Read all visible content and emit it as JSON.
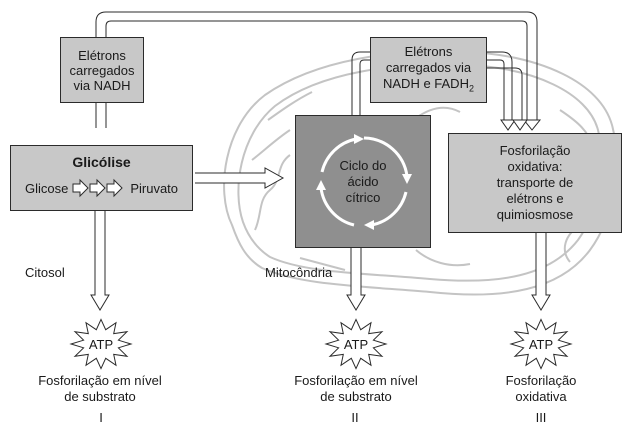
{
  "glycolysis": {
    "title": "Glicólise",
    "input": "Glicose",
    "output": "Piruvato"
  },
  "electrons_nadh": {
    "line1": "Elétrons",
    "line2": "carregados",
    "line3": "via NADH"
  },
  "electrons_nadh_fadh": {
    "line1": "Elétrons",
    "line2": "carregados via",
    "line3_prefix": "NADH e FADH",
    "line3_sub": "2"
  },
  "citric_cycle": {
    "line1": "Ciclo do",
    "line2": "ácido",
    "line3": "cítrico"
  },
  "oxphos_box": {
    "line1": "Fosforilação",
    "line2": "oxidativa:",
    "line3": "transporte de",
    "line4": "elétrons e",
    "line5": "quimiosmose"
  },
  "regions": {
    "cytosol": "Citosol",
    "mitochondria": "Mitocôndria"
  },
  "atp_label": "ATP",
  "stages": [
    {
      "caption_line1": "Fosforilação em nível",
      "caption_line2": "de substrato",
      "numeral": "I"
    },
    {
      "caption_line1": "Fosforilação em nível",
      "caption_line2": "de substrato",
      "numeral": "II"
    },
    {
      "caption_line1": "Fosforilação",
      "caption_line2": "oxidativa",
      "numeral": "III"
    }
  ],
  "colors": {
    "box_fill": "#c8c8c8",
    "cycle_fill": "#8f8f8f",
    "mito_outline": "#c4c4c4",
    "stroke": "#2b2b2b"
  }
}
